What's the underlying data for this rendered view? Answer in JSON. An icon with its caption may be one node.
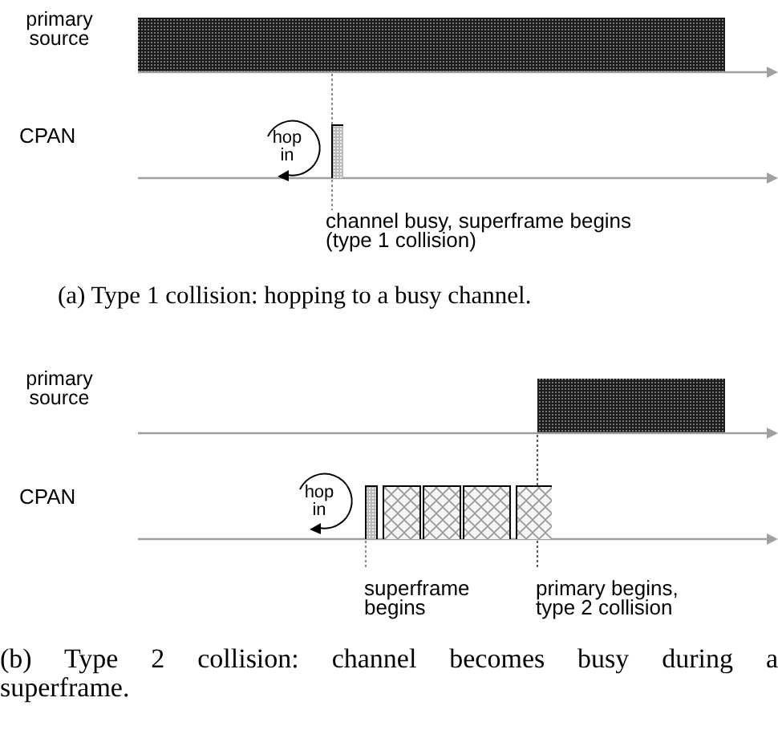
{
  "diagram": {
    "labels": [
      "primary source",
      "CPAN",
      "hop in",
      "channel busy, superframe begins (type 1 collision)",
      "(a) Type 1 collision: hopping to a busy channel.",
      "primary source",
      "CPAN",
      "hop in",
      "superframe begins",
      "primary begins, type 2 collision",
      "(b) Type 2 collision: channel becomes busy during a superframe."
    ]
  }
}
